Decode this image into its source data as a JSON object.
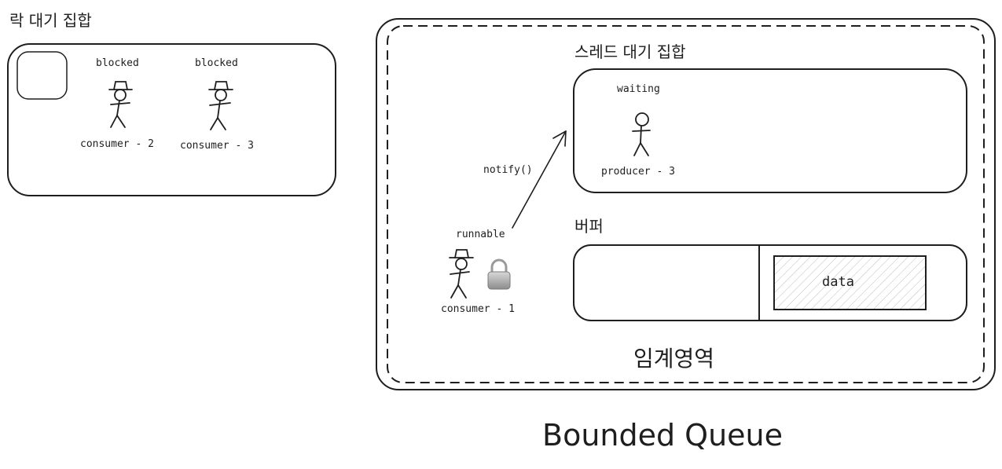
{
  "lock_wait_set": {
    "title": "락 대기 집합",
    "threads": [
      {
        "state": "blocked",
        "name": "consumer - 2"
      },
      {
        "state": "blocked",
        "name": "consumer - 3"
      }
    ]
  },
  "critical_section": {
    "title": "임계영역",
    "thread_wait_set": {
      "title": "스레드 대기 집합",
      "thread": {
        "state": "waiting",
        "name": "producer - 3"
      }
    },
    "buffer": {
      "title": "버퍼",
      "slot_label": "data"
    },
    "runner": {
      "state": "runnable",
      "name": "consumer - 1"
    },
    "arrow_label": "notify()"
  },
  "footer_title": "Bounded Queue",
  "icons": [
    "lock-icon"
  ]
}
